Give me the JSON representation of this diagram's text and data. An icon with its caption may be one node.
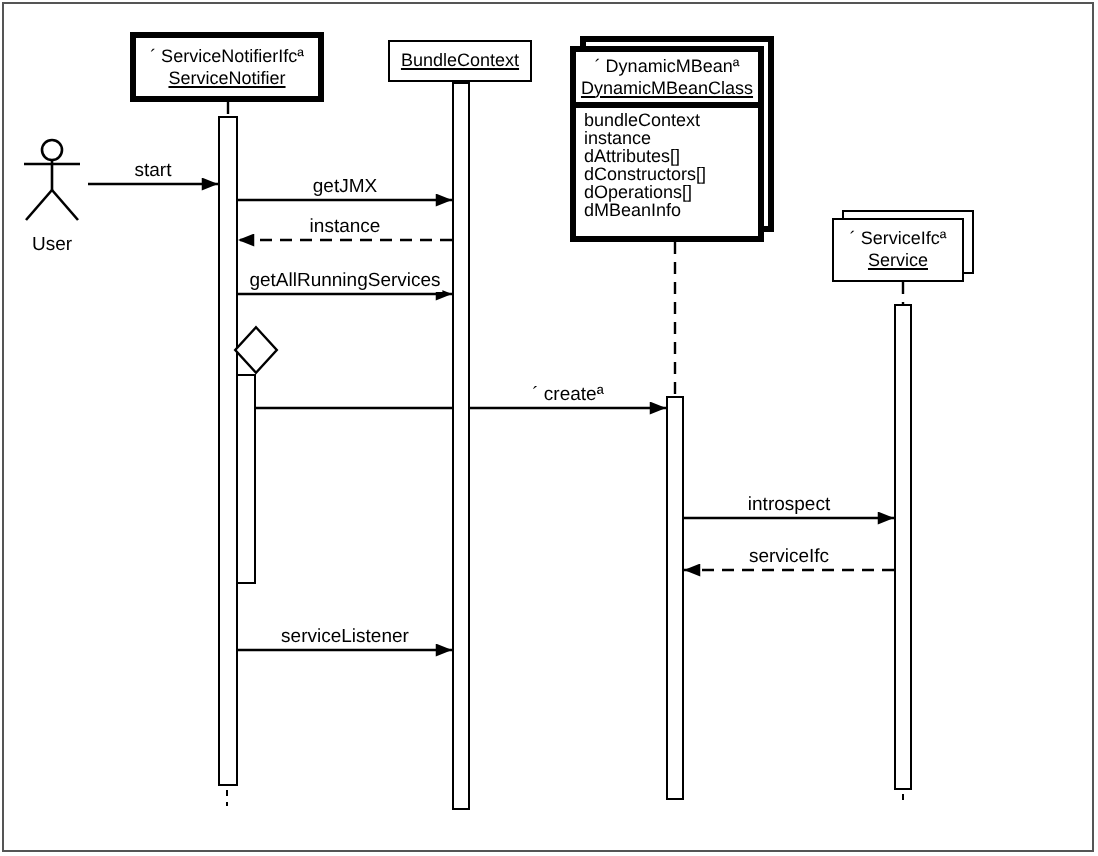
{
  "diagram": {
    "nodes": [
      {
        "text": [
          "´ ServiceNotifierIfcª",
          "ServiceNotifier"
        ]
      },
      {
        "text": [
          "BundleContext"
        ]
      },
      {
        "text": [
          "´ DynamicMBeanª",
          "DynamicMBeanClass",
          "bundleContext",
          "instance",
          "dAttributes[]",
          "dConstructors[]",
          "dOperations[]",
          "dMBeanInfo"
        ]
      },
      {
        "text": [
          "´ ServiceIfcª",
          "Service"
        ]
      },
      {
        "text": [
          "User"
        ]
      },
      {
        "text": [],
        "shape": "bar"
      },
      {
        "text": [],
        "shape": "bar"
      },
      {
        "text": [],
        "shape": "diamond"
      },
      {
        "text": [],
        "shape": "bar"
      },
      {
        "text": [],
        "shape": "bar"
      },
      {
        "text": [],
        "shape": "bar"
      }
    ],
    "edges": [
      {
        "from": 0,
        "to": 5,
        "arrow": "none",
        "style": "dashed"
      },
      {
        "from": 2,
        "to": 9,
        "arrow": "none",
        "style": "dashed"
      },
      {
        "from": 3,
        "to": 10,
        "arrow": "none",
        "style": "dashed"
      },
      {
        "from": 4,
        "to": 5,
        "label": "start",
        "arrow": "to"
      },
      {
        "from": 5,
        "to": 6,
        "label": "getJMX",
        "arrow": "to"
      },
      {
        "from": 6,
        "to": 5,
        "label": "instance",
        "arrow": "to",
        "style": "dashed"
      },
      {
        "from": 5,
        "to": 6,
        "label": "getAllRunningServices",
        "arrow": "to"
      },
      {
        "from": 8,
        "to": 9,
        "label": "´ createª",
        "arrow": "to"
      },
      {
        "from": 9,
        "to": 10,
        "label": "introspect",
        "arrow": "to"
      },
      {
        "from": 10,
        "to": 9,
        "label": "serviceIfc",
        "arrow": "to",
        "style": "dashed"
      },
      {
        "from": 5,
        "to": 6,
        "label": "serviceListener",
        "arrow": "to"
      }
    ]
  }
}
